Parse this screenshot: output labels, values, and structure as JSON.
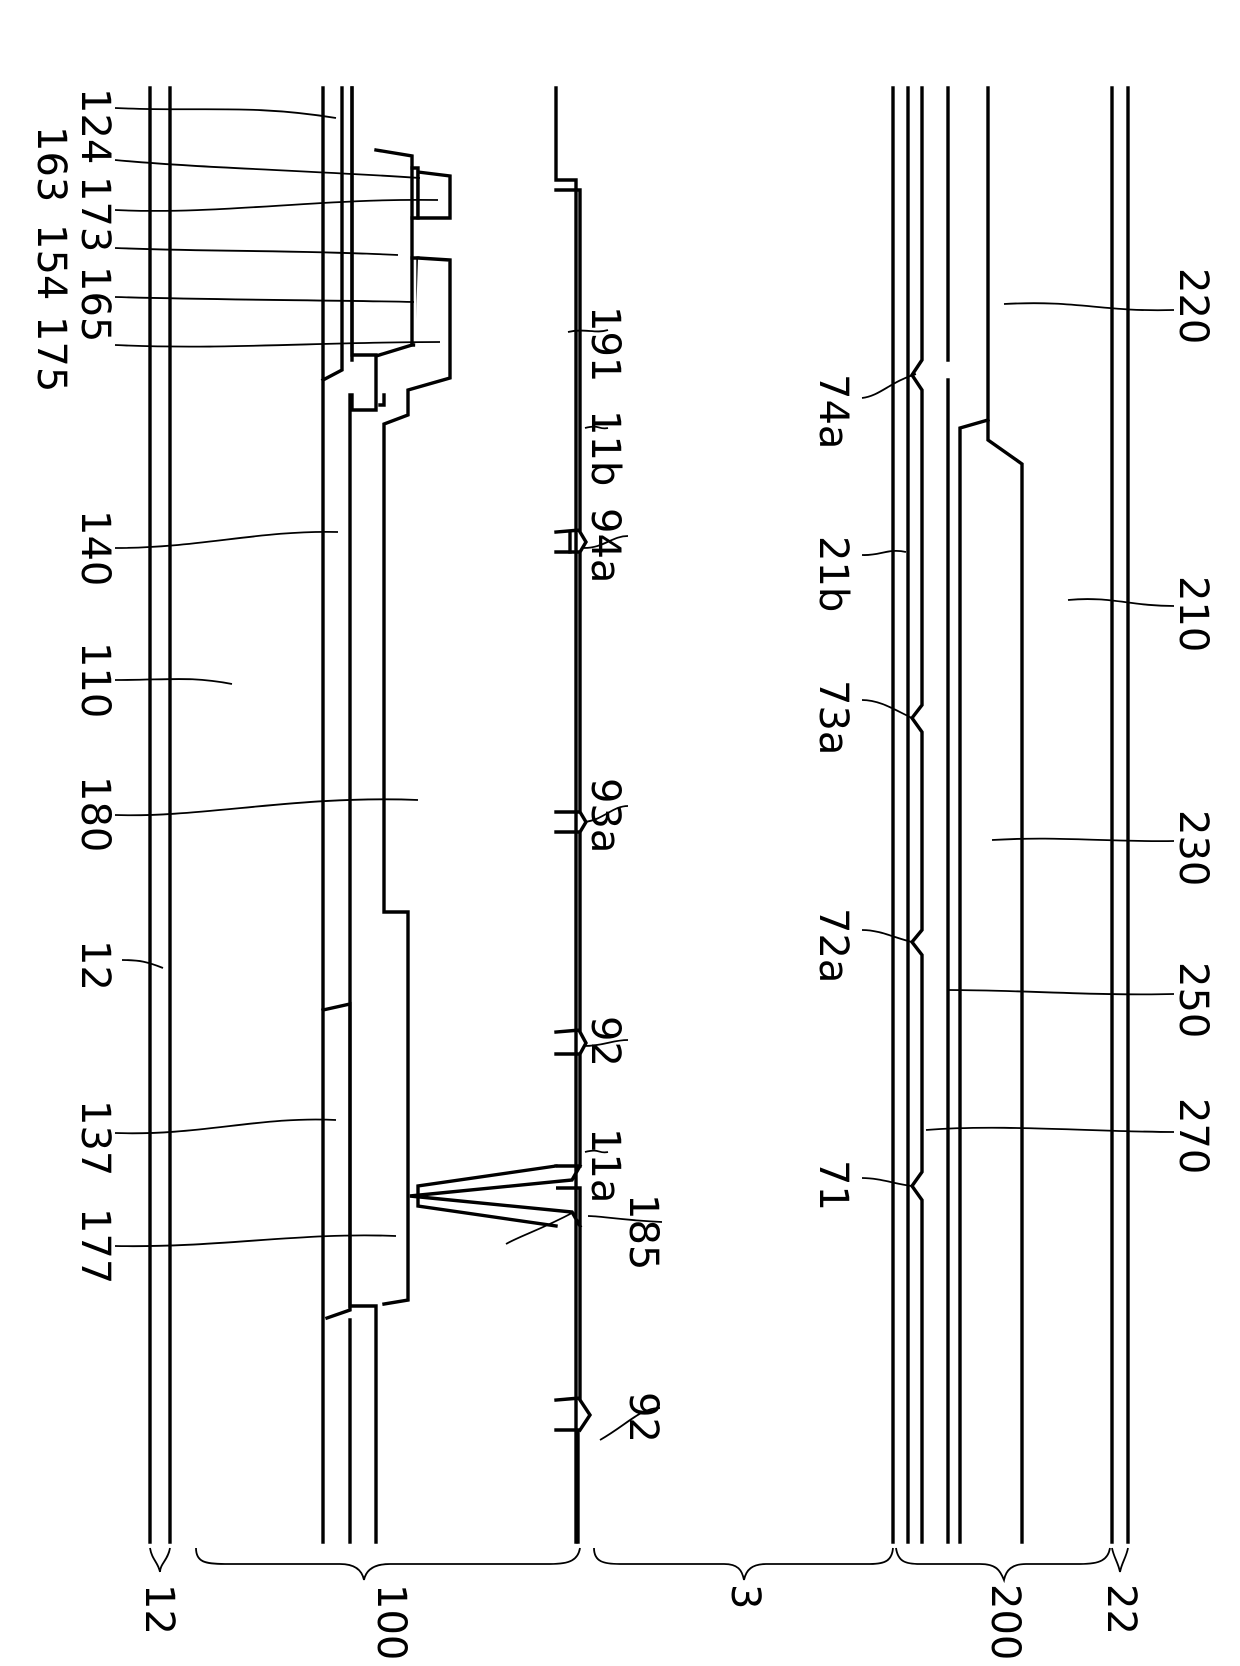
{
  "labels": {
    "l124": "124",
    "l163": "163",
    "l173": "173",
    "l154": "154",
    "l165": "165",
    "l175": "175",
    "l140": "140",
    "l110": "110",
    "l180": "180",
    "l12": "12",
    "l137": "137",
    "l177": "177",
    "l191": "191",
    "l11b": "11b",
    "l94a": "94a",
    "l93a": "93a",
    "l92": "92",
    "l11a": "11a",
    "l185": "185",
    "l92b": "92",
    "l74a": "74a",
    "l21b": "21b",
    "l73a": "73a",
    "l72a": "72a",
    "l71": "71",
    "l220": "220",
    "l210": "210",
    "l230": "230",
    "l250": "250",
    "l270": "270"
  },
  "brackets": {
    "b12": "12",
    "b100": "100",
    "b3": "3",
    "b200": "200",
    "b22": "22"
  }
}
